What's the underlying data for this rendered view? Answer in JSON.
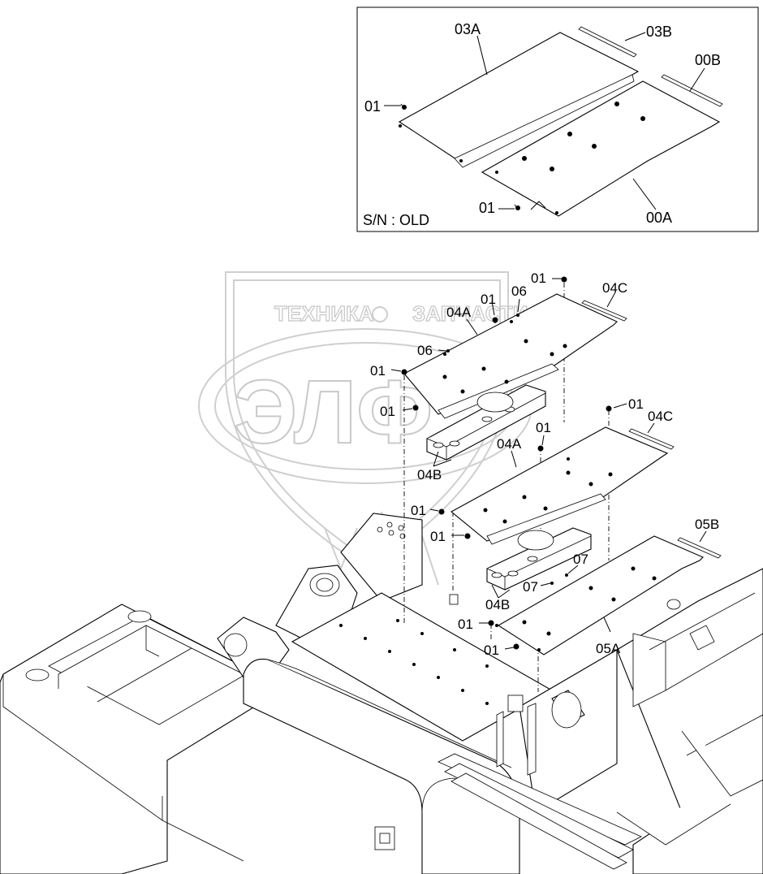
{
  "inset": {
    "caption": "S/N : OLD",
    "labels": {
      "p03A": "03A",
      "p03B": "03B",
      "p00B": "00B",
      "p01a": "01",
      "p01b": "01",
      "p00A": "00A"
    }
  },
  "watermark": {
    "text_left": "ТЕХНИКА",
    "text_right": "ЗАПЧАСТИ",
    "logo": "ЭЛФ"
  },
  "main_labels": {
    "l01_top": "01",
    "l06_top": "06",
    "l01_mid_top": "01",
    "l04A_1": "04A",
    "l04C_1": "04C",
    "l06_2": "06",
    "l01_left1": "01",
    "l01_left2": "01",
    "l04B_1": "04B",
    "l01_r1": "01",
    "l04C_2": "04C",
    "l01_r2": "01",
    "l04A_2": "04A",
    "l01_left3": "01",
    "l01_left4": "01",
    "l05B": "05B",
    "l07_a": "07",
    "l07_b": "07",
    "l04B_2": "04B",
    "l01_left5": "01",
    "l01_left6": "01",
    "l05A": "05A"
  }
}
